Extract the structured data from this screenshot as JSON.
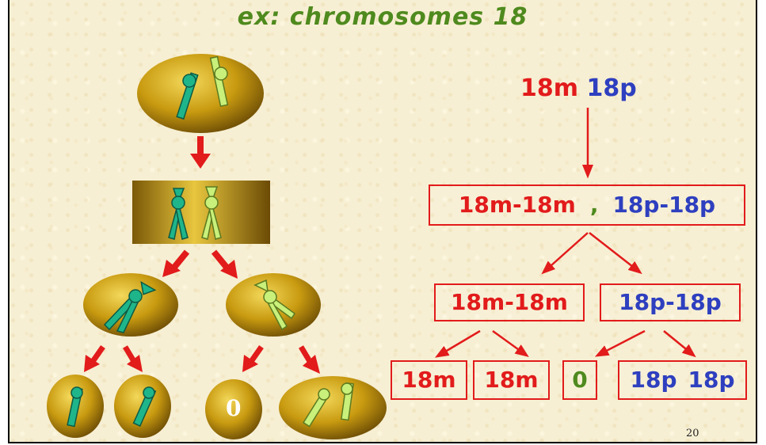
{
  "title": "ex: chromosomes 18",
  "page_number": "20",
  "colors": {
    "maternal": "#e21b1b",
    "paternal": "#2e3fbf",
    "title_green": "#4f8a1e",
    "chromosome_teal": "#1fb58a",
    "chromosome_light": "#c8f07a",
    "cell_gold": "#c89a10",
    "arrow": "#e21b1b"
  },
  "tree": {
    "root": {
      "maternal": "18m",
      "paternal": "18p"
    },
    "level1": {
      "left": "18m-18m",
      "separator": ",",
      "right": "18p-18p"
    },
    "level2": {
      "left": "18m-18m",
      "right": "18p-18p"
    },
    "level3": {
      "box1": "18m",
      "box2": "18m",
      "box3": "0",
      "box4_a": "18p",
      "box4_b": "18p"
    }
  },
  "cells": {
    "empty_cell_label": "0"
  }
}
